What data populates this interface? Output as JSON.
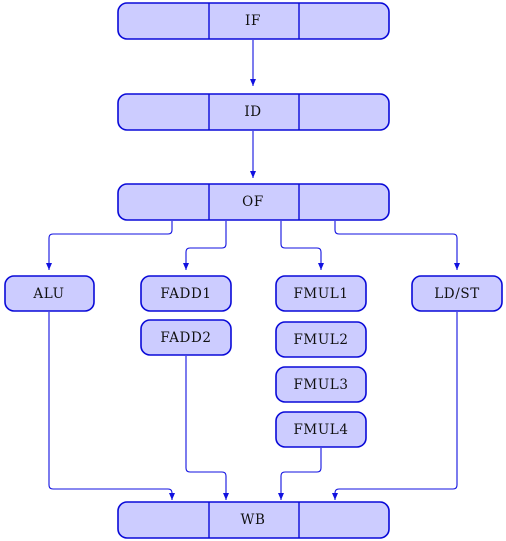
{
  "diagram": {
    "stages": {
      "if": "IF",
      "id": "ID",
      "of": "OF",
      "wb": "WB"
    },
    "units": {
      "alu": "ALU",
      "fadd1": "FADD1",
      "fadd2": "FADD2",
      "fmul1": "FMUL1",
      "fmul2": "FMUL2",
      "fmul3": "FMUL3",
      "fmul4": "FMUL4",
      "ldst": "LD/ST"
    },
    "colors": {
      "box_fill": "#ccccff",
      "box_stroke": "#0a0ad8",
      "edge": "#1010e0"
    }
  }
}
